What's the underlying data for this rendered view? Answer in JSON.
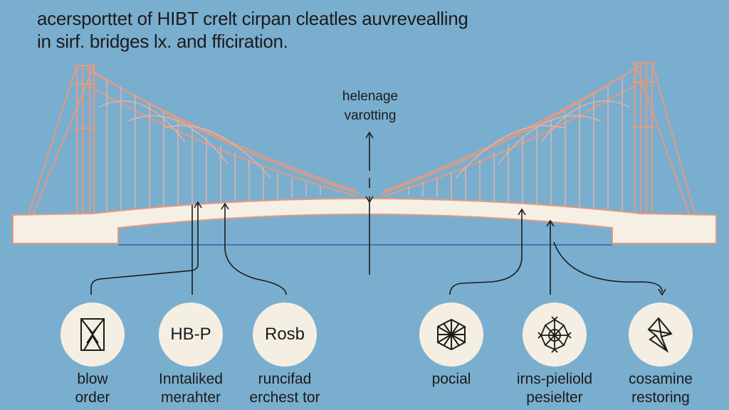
{
  "title": {
    "line1": "acersporttet of HIBT crelt cirpan cleatles auvrevealling",
    "line2": "in sirf. bridges lx. and fficiration."
  },
  "center": {
    "line1": "helenage",
    "line2": "varotting"
  },
  "nodes": [
    {
      "icon": "shirt-diagram-icon",
      "text": "",
      "caption1": "blow",
      "caption2": "order"
    },
    {
      "icon": "",
      "text": "HB-P",
      "caption1": "Inntaliked",
      "caption2": "merahter"
    },
    {
      "icon": "",
      "text": "Rosb",
      "caption1": "runcifad",
      "caption2": "erchest tor"
    },
    {
      "icon": "cube-lattice-icon",
      "text": "",
      "caption1": "pocial",
      "caption2": ""
    },
    {
      "icon": "crystal-cluster-icon",
      "text": "",
      "caption1": "irns-pieliold",
      "caption2": "pesielter"
    },
    {
      "icon": "origami-shape-icon",
      "text": "",
      "caption1": "cosamine",
      "caption2": "restoring"
    }
  ],
  "colors": {
    "background": "#7aaecf",
    "bridge_fill": "#f6f0e4",
    "bridge_outline": "#e39a82",
    "deck_line": "#2f5fb3",
    "node_fill": "#f5efe3",
    "connector": "#1b1b1b"
  }
}
